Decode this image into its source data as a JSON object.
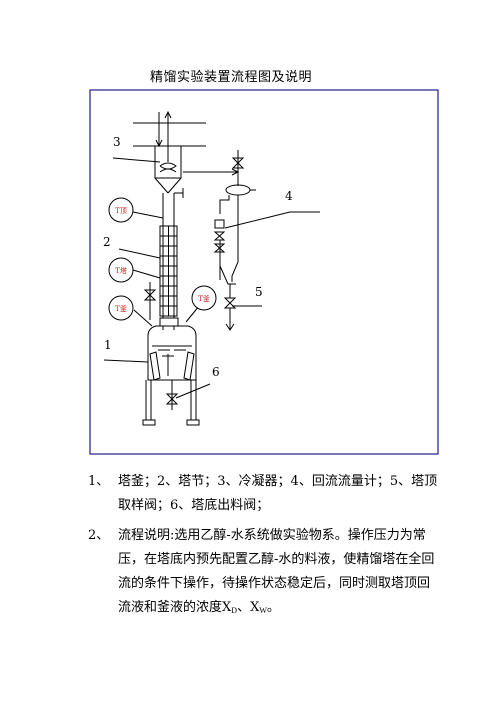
{
  "title": "精馏实验装置流程图及说明",
  "diagram": {
    "callouts": {
      "c1": "1",
      "c2": "2",
      "c3": "3",
      "c4": "4",
      "c5": "5",
      "c6": "6"
    },
    "temp_labels": {
      "top": "T顶",
      "mid": "T塔",
      "bottom_left": "T釜",
      "bottom_right": "T釜"
    },
    "colors": {
      "frame": "#1b1f87",
      "temp_label": "#cc1f1f",
      "line": "#000000"
    }
  },
  "legend": {
    "item1_num": "1、",
    "item1_text": "塔釜；2、塔节；3、冷凝器；4、回流流量计；5、塔顶取样阀；6、塔底出料阀；",
    "item2_num": "2、",
    "item2_text": "流程说明:选用乙醇-水系统做实验物系。操作压力为常压，在塔底内预先配置乙醇-水的料液，使精馏塔在全回流的条件下操作，待操作状态稳定后，同时测取塔顶回流液和釜液的浓度",
    "item2_x": "X",
    "item2_sub_d": "D",
    "item2_sep": "、",
    "item2_x2": "X",
    "item2_sub_w": "W",
    "item2_end": "。"
  }
}
